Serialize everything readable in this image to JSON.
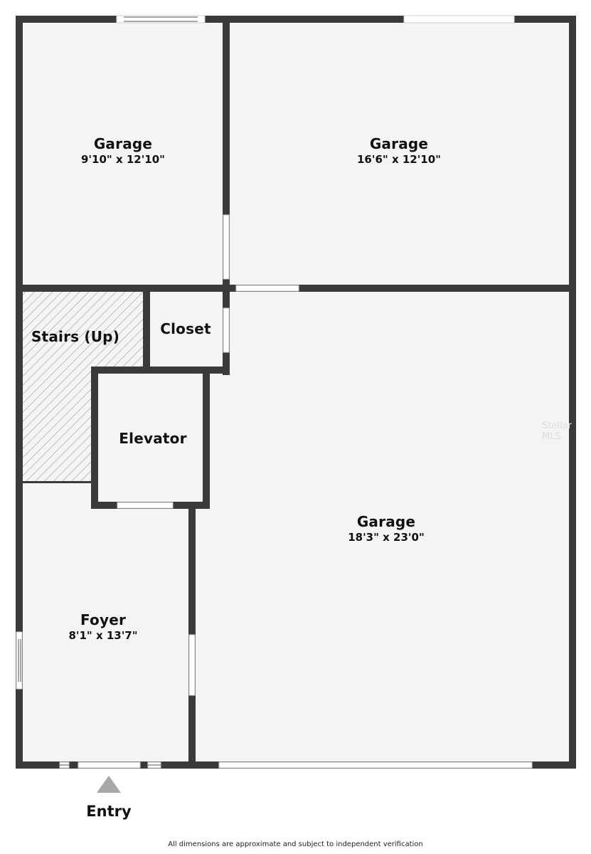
{
  "floorplan": {
    "rooms": [
      {
        "name": "Garage",
        "dimensions": "9'10\" x 12'10\""
      },
      {
        "name": "Garage",
        "dimensions": "16'6\" x 12'10\""
      },
      {
        "name": "Stairs (Up)",
        "dimensions": ""
      },
      {
        "name": "Closet",
        "dimensions": ""
      },
      {
        "name": "Elevator",
        "dimensions": ""
      },
      {
        "name": "Garage",
        "dimensions": "18'3\" x 23'0\""
      },
      {
        "name": "Foyer",
        "dimensions": "8'1\" x 13'7\""
      }
    ],
    "entry_label": "Entry",
    "watermark": "Stellar MLS",
    "footer_note": "All dimensions are approximate and subject to independent verification",
    "colors": {
      "wall": "#3a3a3a",
      "floor": "#f4f4f4",
      "opening": "#ffffff",
      "hatch": "#9a9a9a",
      "entry_arrow": "#a8a8a8"
    }
  }
}
